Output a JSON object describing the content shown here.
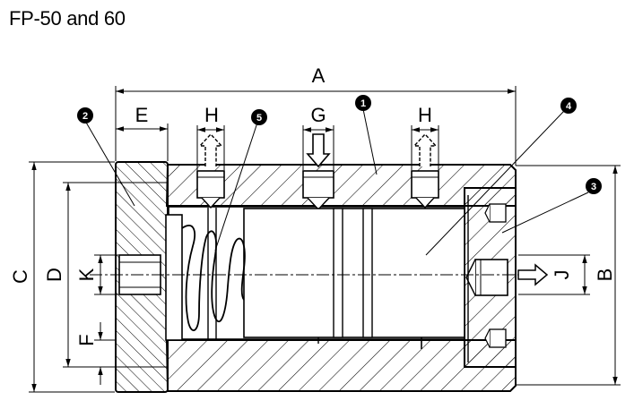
{
  "title": "FP-50 and 60",
  "dimensions": {
    "A": "A",
    "B": "B",
    "C": "C",
    "D": "D",
    "E": "E",
    "F": "F",
    "G": "G",
    "H": "H",
    "J": "J",
    "K": "K"
  },
  "callouts": [
    "1",
    "2",
    "3",
    "4",
    "5"
  ],
  "colors": {
    "line": "#000000",
    "hatch": "#000000",
    "background": "#ffffff",
    "callout_fill": "#000000"
  }
}
